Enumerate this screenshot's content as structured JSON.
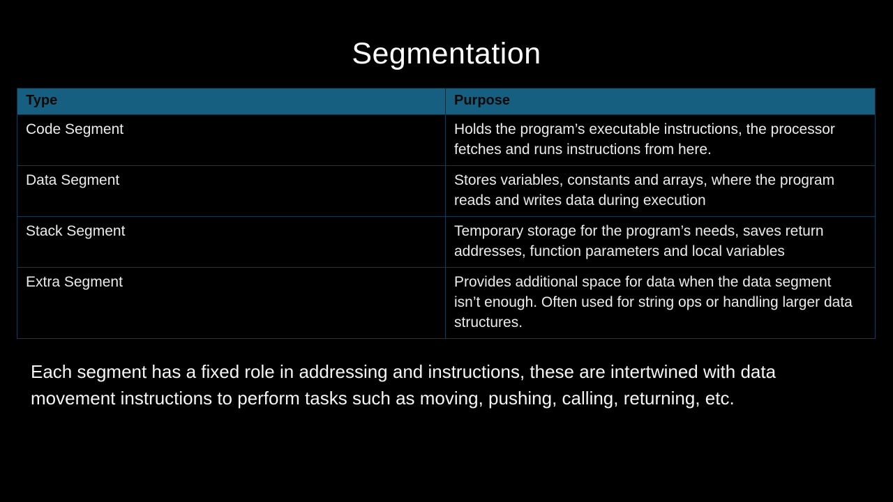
{
  "slide": {
    "title": "Segmentation",
    "footer_text": "Each segment has a fixed role in addressing and instructions, these are intertwined with data movement instructions to perform tasks such as moving, pushing, calling, returning, etc."
  },
  "table": {
    "columns": [
      "Type",
      "Purpose"
    ],
    "rows": [
      {
        "type": "Code Segment",
        "purpose": "Holds the program’s executable instructions, the processor fetches and runs instructions from here."
      },
      {
        "type": "Data Segment",
        "purpose": "Stores variables, constants and arrays, where the program reads and writes data during execution"
      },
      {
        "type": "Stack Segment",
        "purpose": "Temporary storage for the program’s needs, saves return addresses, function parameters and local variables"
      },
      {
        "type": "Extra Segment",
        "purpose": "Provides additional space for data when the data segment isn’t enough. Often used for string ops or handling larger data structures."
      }
    ]
  },
  "colors": {
    "slide_background": "#000000",
    "header_background": "#175F80",
    "header_text": "#0A0A0A",
    "body_text": "#EBEBEB",
    "title_text": "#FFFFFF",
    "table_border": "#1B5A78"
  }
}
